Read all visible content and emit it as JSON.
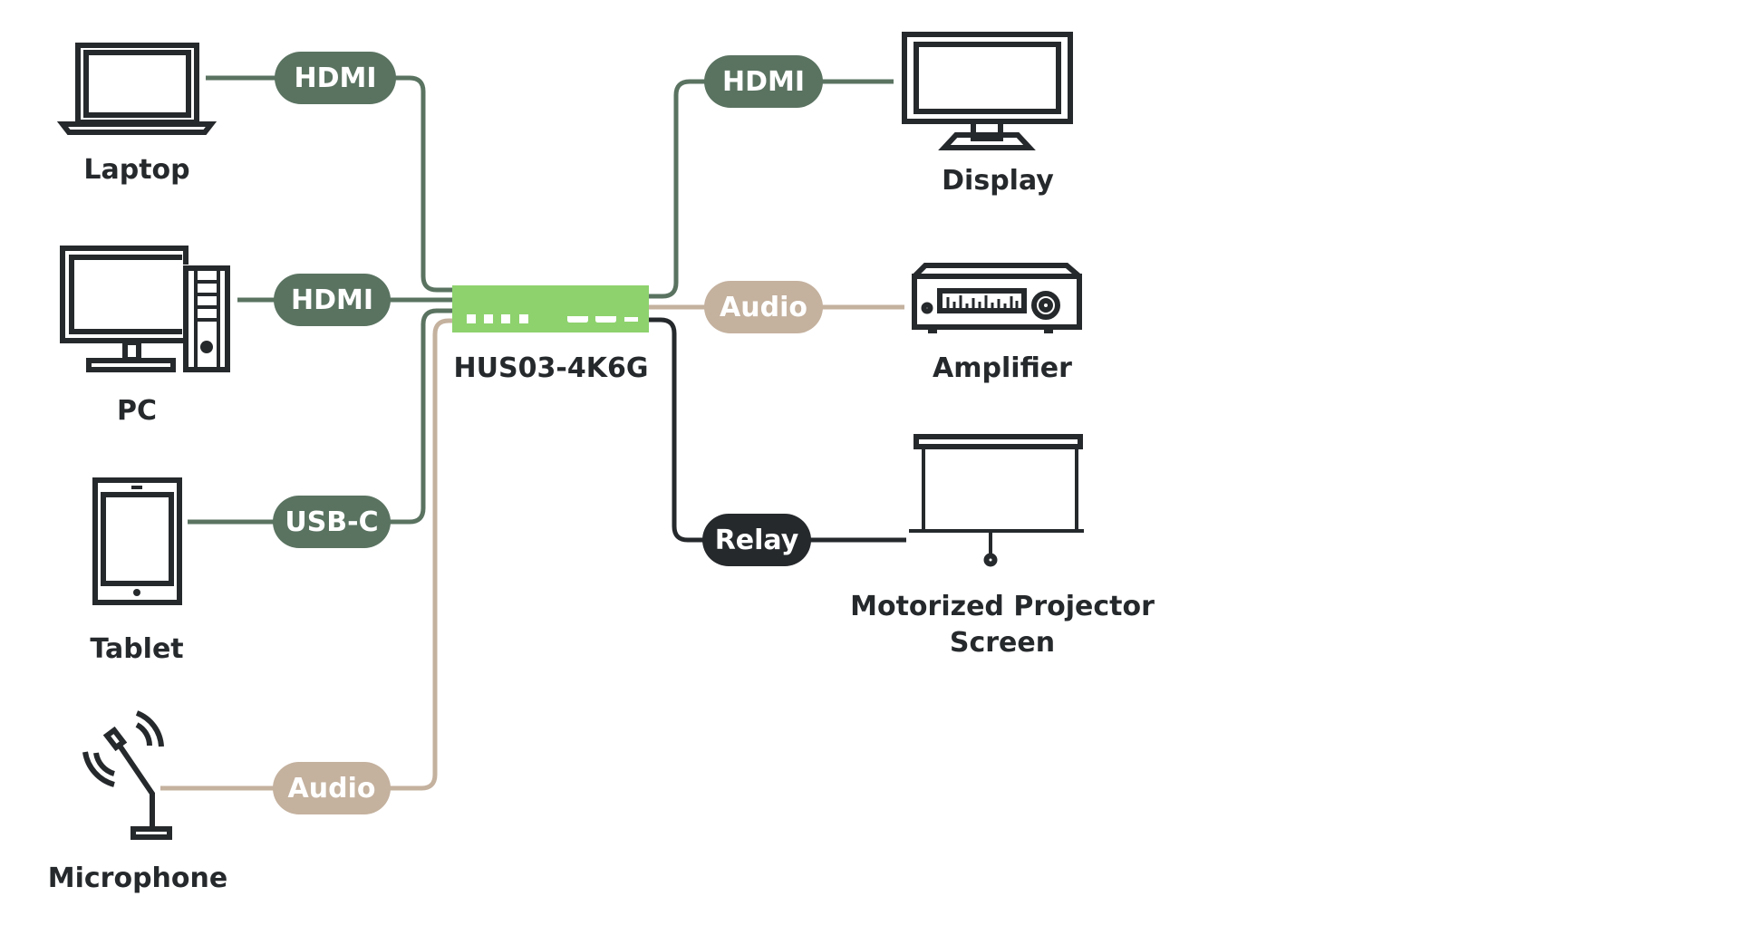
{
  "colors": {
    "hdmi": "#5a7361",
    "usbc": "#5a7361",
    "audio": "#c4b19e",
    "relay": "#26292c",
    "device": "#8ed26e",
    "icon": "#26292c"
  },
  "hub": {
    "label": "HUS03-4K6G"
  },
  "inputs": [
    {
      "id": "laptop",
      "label": "Laptop",
      "icon": "laptop-icon",
      "connection": "HDMI",
      "type": "hdmi"
    },
    {
      "id": "pc",
      "label": "PC",
      "icon": "desktop-pc-icon",
      "connection": "HDMI",
      "type": "hdmi"
    },
    {
      "id": "tablet",
      "label": "Tablet",
      "icon": "tablet-icon",
      "connection": "USB-C",
      "type": "usbc"
    },
    {
      "id": "microphone",
      "label": "Microphone",
      "icon": "microphone-icon",
      "connection": "Audio",
      "type": "audio"
    }
  ],
  "outputs": [
    {
      "id": "display",
      "label": "Display",
      "icon": "display-monitor-icon",
      "connection": "HDMI",
      "type": "hdmi"
    },
    {
      "id": "amplifier",
      "label": "Amplifier",
      "icon": "amplifier-icon",
      "connection": "Audio",
      "type": "audio"
    },
    {
      "id": "projector-screen",
      "label_line1": "Motorized Projector",
      "label_line2": "Screen",
      "icon": "projector-screen-icon",
      "connection": "Relay",
      "type": "relay"
    }
  ]
}
